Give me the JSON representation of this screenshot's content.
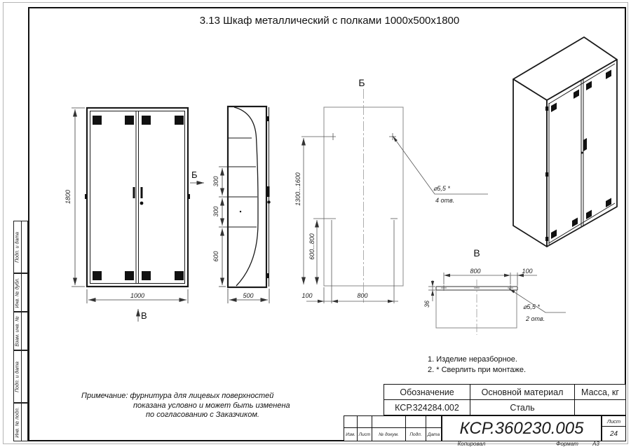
{
  "page": {
    "title": "3.13 Шкаф металлический с полками 1000х500х1800"
  },
  "front_view": {
    "dim_height": "1800",
    "dim_width": "1000",
    "arrow_label": "В",
    "section_label": "Б"
  },
  "side_view": {
    "dim_shelf1": "300",
    "dim_shelf2": "300",
    "dim_shelf3": "600",
    "dim_depth": "500"
  },
  "section_b": {
    "title": "Б",
    "dim_range_outer": "1300...1600",
    "dim_range_inner": "600...800",
    "dim_offset": "100",
    "dim_span": "800",
    "hole_dia": "⌀5,5 *",
    "hole_count": "4 отв."
  },
  "view_v": {
    "title": "В",
    "dim_span": "800",
    "dim_offset": "100",
    "dim_flange": "36",
    "hole_dia": "⌀5,5 *",
    "hole_count": "2 отв."
  },
  "notes": {
    "line1": "1. Изделие неразборное.",
    "line2": "2. * Сверлить при монтаже."
  },
  "remark": {
    "line1": "Примечание: фурнитура для лицевых поверхностей",
    "line2": "показана условно и может быть изменена",
    "line3": "по согласованию с Заказчиком."
  },
  "title_block": {
    "designation_header": "Обозначение",
    "material_header": "Основной материал",
    "mass_header": "Масса, кг",
    "designation_value": "КСР.324284.002",
    "material_value": "Сталь",
    "mass_value": "",
    "doc_number": "КСР.360230.005",
    "sheet_label": "Лист",
    "sheet_number": "24",
    "col_izm": "Изм.",
    "col_list": "Лист",
    "col_docnum": "№ докум.",
    "col_podp": "Подп.",
    "col_data": "Дата",
    "copied": "Копировал",
    "format_label": "Формат",
    "format_value": "А3"
  },
  "side_column": {
    "labels": [
      "Подп. и дата",
      "Инв. № дубл.",
      "Взам. инв. №",
      "Подп. и дата",
      "Инв. № подл."
    ]
  }
}
